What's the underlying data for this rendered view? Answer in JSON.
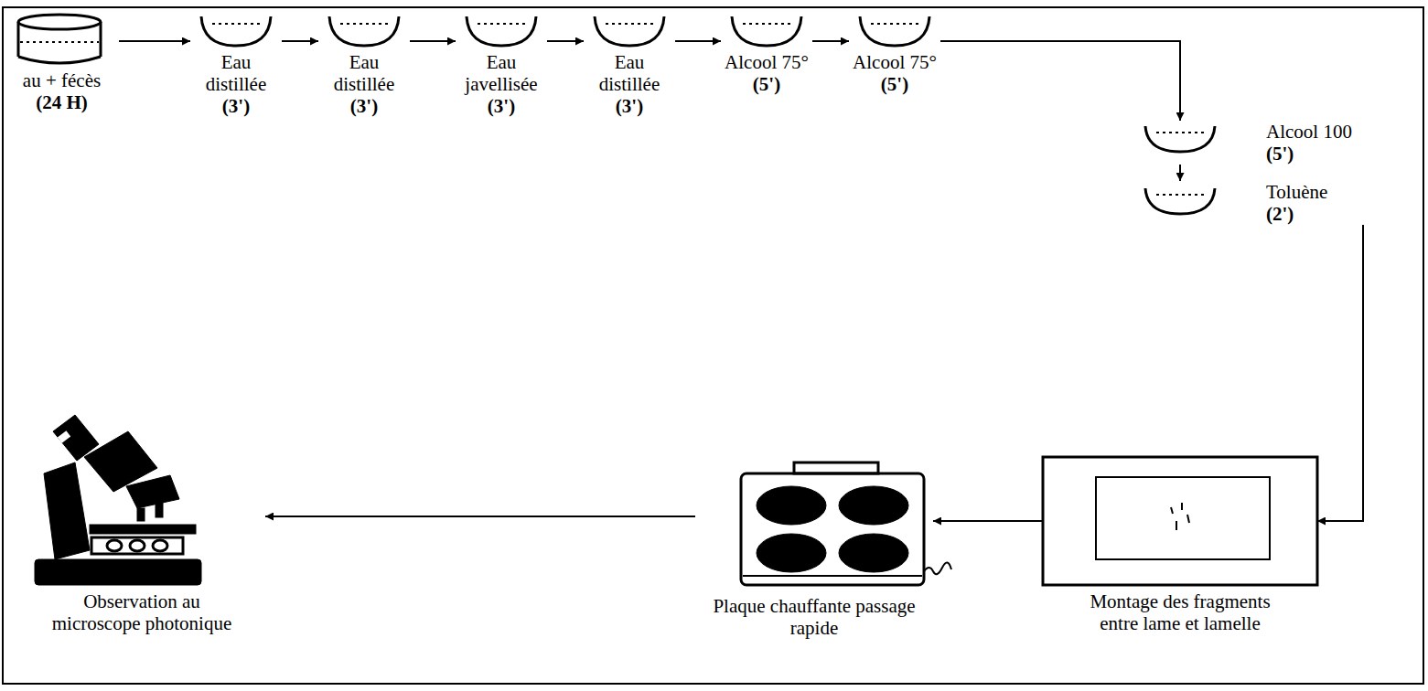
{
  "diagram": {
    "nodes": [
      {
        "text": [
          "au + fécès",
          "(24 H)"
        ]
      },
      {
        "text": [
          "Eau distillée",
          "(3')"
        ]
      },
      {
        "text": [
          "Eau distillée",
          "(3')"
        ]
      },
      {
        "text": [
          "Eau javellisée",
          "(3')"
        ]
      },
      {
        "text": [
          "Eau distillée",
          "(3')"
        ]
      },
      {
        "text": [
          "Alcool 75°",
          "(5')"
        ]
      },
      {
        "text": [
          "Alcool 75°",
          "(5')"
        ]
      },
      {
        "text": [
          "Alcool 100",
          "(5')"
        ]
      },
      {
        "text": [
          "Toluène",
          "(2')"
        ]
      },
      {
        "text": [
          "Montage des fragments entre lame et lamelle"
        ]
      },
      {
        "text": [
          "Plaque chauffante passage rapide"
        ]
      },
      {
        "text": [
          "Observation au microscope photonique"
        ]
      }
    ],
    "edges": [
      {
        "from": 0,
        "to": 1,
        "arrow": "to"
      },
      {
        "from": 1,
        "to": 2,
        "arrow": "to"
      },
      {
        "from": 2,
        "to": 3,
        "arrow": "to"
      },
      {
        "from": 3,
        "to": 4,
        "arrow": "to"
      },
      {
        "from": 4,
        "to": 5,
        "arrow": "to"
      },
      {
        "from": 5,
        "to": 6,
        "arrow": "to"
      },
      {
        "from": 6,
        "to": 7,
        "arrow": "to"
      },
      {
        "from": 7,
        "to": 8,
        "arrow": "to"
      },
      {
        "from": 8,
        "to": 9,
        "arrow": "to"
      },
      {
        "from": 9,
        "to": 10,
        "arrow": "to"
      },
      {
        "from": 10,
        "to": 11,
        "arrow": "to"
      }
    ]
  }
}
